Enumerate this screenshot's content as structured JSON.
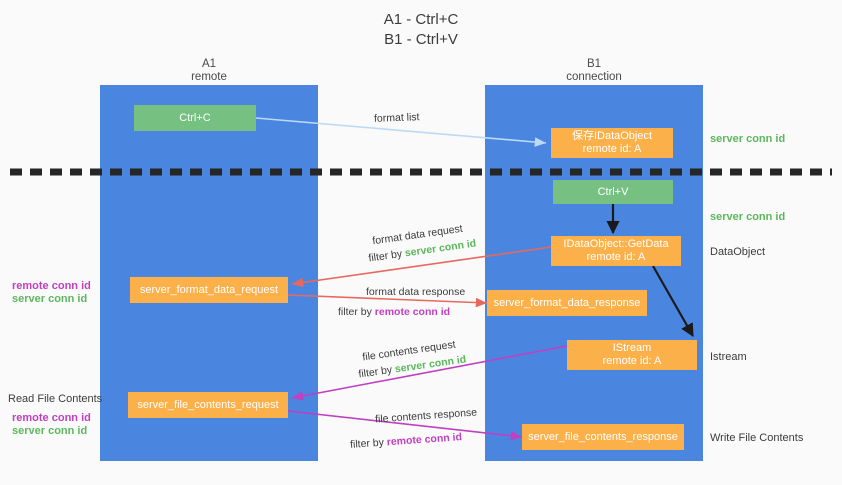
{
  "title": "A1 - Ctrl+C\nB1 - Ctrl+V",
  "lanes": [
    {
      "name": "A1",
      "sub": "remote",
      "head": "A1\nremote"
    },
    {
      "name": "B1",
      "sub": "connection",
      "head": "B1\nconnection"
    }
  ],
  "boxes": {
    "ctrl_c": "Ctrl+C",
    "save_idataobject": "保存IDataObject\nremote id: A",
    "ctrl_v": "Ctrl+V",
    "getdata": "IDataObject::GetData\nremote id: A",
    "istream": "IStream\nremote id: A",
    "server_format_data_request": "server_format_data_request",
    "server_format_data_response": "server_format_data_response",
    "server_file_contents_request": "server_file_contents_request",
    "server_file_contents_response": "server_file_contents_response"
  },
  "right_labels": {
    "server_conn_id_top": "server conn id",
    "server_conn_id_second": "server conn id",
    "dataobject": "DataObject",
    "istream": "Istream",
    "write_file_contents": "Write File Contents"
  },
  "left_labels": {
    "remote_conn_id_1": "remote conn id",
    "server_conn_id_1": "server conn id",
    "read_file_contents": "Read File Contents",
    "remote_conn_id_2": "remote conn id",
    "server_conn_id_2": "server conn id"
  },
  "flows": {
    "format_list": "format list",
    "format_data_request": "format data request",
    "format_data_request_filter_pre": "filter by ",
    "format_data_request_filter_key": "server conn id",
    "format_data_response": "format data response",
    "format_data_response_filter_pre": "filter by ",
    "format_data_response_filter_key": "remote conn id",
    "file_contents_request": "file contents request",
    "file_contents_request_filter_pre": "filter by ",
    "file_contents_request_filter_key": "server conn id",
    "file_contents_response": "file contents response",
    "file_contents_response_filter_pre": "filter by ",
    "file_contents_response_filter_key": "remote conn id"
  },
  "colors": {
    "lane": "#4a86e0",
    "box_orange": "#fbb04a",
    "box_green": "#76c181",
    "arrow_light_blue": "#bcd9f5",
    "arrow_red": "#e8685d",
    "arrow_magenta": "#c13fc1",
    "arrow_black": "#1a1a1a",
    "green_text": "#5cb85c",
    "purple_text": "#c13fc1",
    "background": "#fafafa"
  }
}
